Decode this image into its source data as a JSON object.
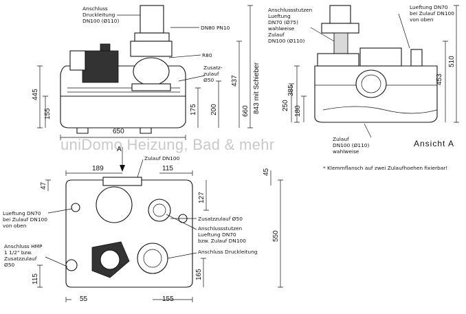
{
  "watermark": "uniDomo Heizung, Bad & mehr",
  "view_label": "Ansicht A",
  "note": "* Klemmflansch auf zwei Zulaufhoehen fixierbar!",
  "top_left_view": {
    "label_anschluss_druckleitung": [
      "Anschluss",
      "Druckleitung",
      "DN100 (Ø110)"
    ],
    "label_dn80": "DN80 PN10",
    "label_r80": "R80",
    "label_zusatzzulauf": [
      "Zusatz-",
      "zulauf",
      "Ø50"
    ],
    "dims": {
      "d445": "445",
      "d155": "155",
      "d175": "175",
      "d200": "200",
      "d437": "437",
      "d660": "660",
      "d843": "843 mit Schieber",
      "d650": "650"
    }
  },
  "top_right_view": {
    "label_anschlussstutzen": [
      "Anschlussstutzen",
      "Lueftung",
      "DN70 (Ø75)",
      "wahlweise",
      "Zulauf",
      "DN100 (Ø110)"
    ],
    "label_lueftung": [
      "Lueftung DN70",
      "bei Zulauf DN100",
      "von oben"
    ],
    "label_zulauf": [
      "Zulauf",
      "DN100 (Ø110)",
      "wahlweise"
    ],
    "dims": {
      "d385": "385",
      "d250": "250",
      "d180": "180",
      "d453": "453",
      "d510": "510"
    }
  },
  "plan_view": {
    "arrow_label": "A",
    "label_zulauf": "Zulauf DN100",
    "label_lueftung": [
      "Lueftung DN70",
      "bei Zulauf DN100",
      "von oben"
    ],
    "label_hmp": [
      "Anschluss HMP",
      "1 1/2\" bzw.",
      "Zusatzzulauf",
      "Ø50"
    ],
    "label_zusatzzulauf": "Zusatzzulauf Ø50",
    "label_anschlussstutzen": [
      "Anschlussstutzen",
      "Lueftung DN70",
      "bzw. Zulauf DN100"
    ],
    "label_anschluss_druckleitung": "Anschluss Druckleitung",
    "dims": {
      "d189": "189",
      "d115_top": "115",
      "d45": "45",
      "d47": "47",
      "d127": "127",
      "d550": "550",
      "d115_left": "115",
      "d165": "165",
      "d55": "55",
      "d155": "155"
    }
  }
}
